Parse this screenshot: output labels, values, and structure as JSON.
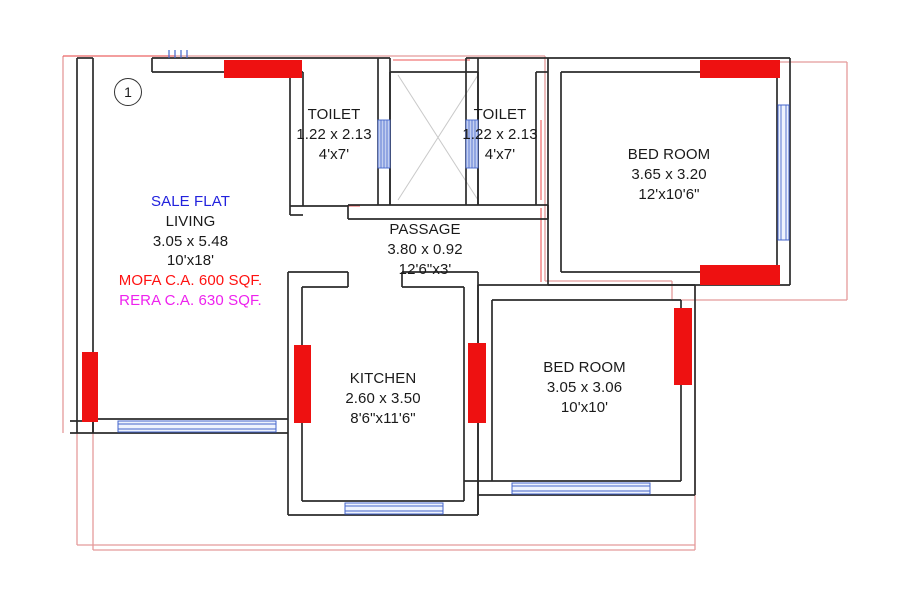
{
  "plan": {
    "marker": "1",
    "sale_flat_label": "SALE FLAT",
    "mofa_label": "MOFA C.A. 600 SQF.",
    "rera_label": "RERA C.A. 630 SQF.",
    "colors": {
      "wall": "#2b2b2b",
      "door_red": "#ee1111",
      "window_blue": "#4466cc",
      "boundary_pink": "#e49a9a",
      "boundary_red": "#ee5555",
      "sale_flat_blue": "#2222dd",
      "mofa_red": "#ff1111",
      "rera_magenta": "#ee22ee",
      "duct_gray": "#c8c8c8",
      "text": "#1a1a1a",
      "background": "#ffffff"
    },
    "rooms": [
      {
        "id": "living",
        "name": "LIVING",
        "dim_metric": "3.05 x 5.48",
        "dim_imperial": "10'x18'"
      },
      {
        "id": "toilet-1",
        "name": "TOILET",
        "dim_metric": "1.22 x 2.13",
        "dim_imperial": "4'x7'"
      },
      {
        "id": "toilet-2",
        "name": "TOILET",
        "dim_metric": "1.22 x 2.13",
        "dim_imperial": "4'x7'"
      },
      {
        "id": "passage",
        "name": "PASSAGE",
        "dim_metric": "3.80 x 0.92",
        "dim_imperial": "12'6\"x3'"
      },
      {
        "id": "bedroom-1",
        "name": "BED ROOM",
        "dim_metric": "3.65 x 3.20",
        "dim_imperial": "12'x10'6\""
      },
      {
        "id": "bedroom-2",
        "name": "BED ROOM",
        "dim_metric": "3.05 x 3.06",
        "dim_imperial": "10'x10'"
      },
      {
        "id": "kitchen",
        "name": "KITCHEN",
        "dim_metric": "2.60 x 3.50",
        "dim_imperial": "8'6\"x11'6\""
      }
    ]
  }
}
